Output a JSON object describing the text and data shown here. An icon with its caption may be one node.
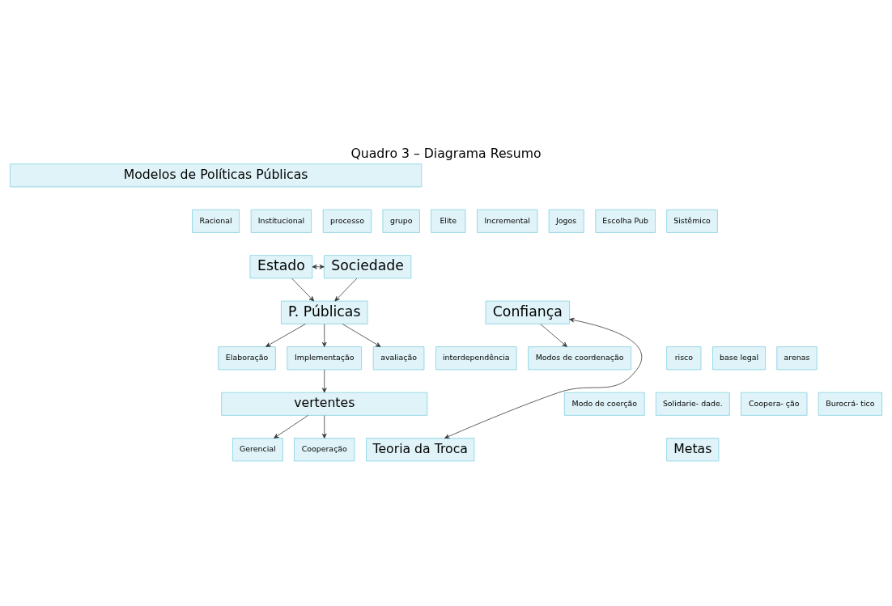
{
  "diagram": {
    "title": "Quadro 3 – Diagrama Resumo",
    "nodes": [
      {
        "text": [
          "Modelos de Políticas Públicas"
        ]
      },
      {
        "text": [
          "Institucional"
        ]
      },
      {
        "text": [
          "processo"
        ]
      },
      {
        "text": [
          "grupo"
        ]
      },
      {
        "text": [
          "Elite"
        ]
      },
      {
        "text": [
          "Racional"
        ]
      },
      {
        "text": [
          "Incremental"
        ]
      },
      {
        "text": [
          "Jogos"
        ]
      },
      {
        "text": [
          "Escolha Pub"
        ]
      },
      {
        "text": [
          "Sistêmico"
        ]
      },
      {
        "text": [
          "Estado"
        ]
      },
      {
        "text": [
          "Sociedade"
        ]
      },
      {
        "text": [
          "P. Públicas"
        ]
      },
      {
        "text": [
          "Confiança"
        ]
      },
      {
        "text": [
          "interdependência"
        ]
      },
      {
        "text": [
          "risco"
        ]
      },
      {
        "text": [
          "base legal"
        ]
      },
      {
        "text": [
          "arenas"
        ]
      },
      {
        "text": [
          "Elaboração"
        ]
      },
      {
        "text": [
          "Implementação"
        ]
      },
      {
        "text": [
          "avaliação"
        ]
      },
      {
        "text": [
          "Modos de coordenação"
        ]
      },
      {
        "text": [
          "vertentes"
        ]
      },
      {
        "text": [
          "Gerencial"
        ]
      },
      {
        "text": [
          "Cooperação"
        ]
      },
      {
        "text": [
          "Modo de coerção"
        ]
      },
      {
        "text": [
          "Solidarie- dade."
        ]
      },
      {
        "text": [
          "Coopera- ção"
        ]
      },
      {
        "text": [
          "Burocrá- tico"
        ]
      },
      {
        "text": [
          "Teoria da Troca"
        ]
      },
      {
        "text": [
          "Metas"
        ]
      }
    ],
    "edges": [
      {
        "from": 10,
        "to": 11,
        "arrow": "both"
      },
      {
        "from": 10,
        "to": 12,
        "arrow": "to"
      },
      {
        "from": 11,
        "to": 12,
        "arrow": "to"
      },
      {
        "from": 12,
        "to": 18,
        "arrow": "to"
      },
      {
        "from": 12,
        "to": 19,
        "arrow": "to"
      },
      {
        "from": 12,
        "to": 20,
        "arrow": "to"
      },
      {
        "from": 19,
        "to": 22,
        "arrow": "to"
      },
      {
        "from": 22,
        "to": 23,
        "arrow": "to"
      },
      {
        "from": 22,
        "to": 24,
        "arrow": "to"
      },
      {
        "from": 13,
        "to": 21,
        "arrow": "to"
      },
      {
        "from": 29,
        "to": 13,
        "arrow": "both"
      }
    ]
  }
}
